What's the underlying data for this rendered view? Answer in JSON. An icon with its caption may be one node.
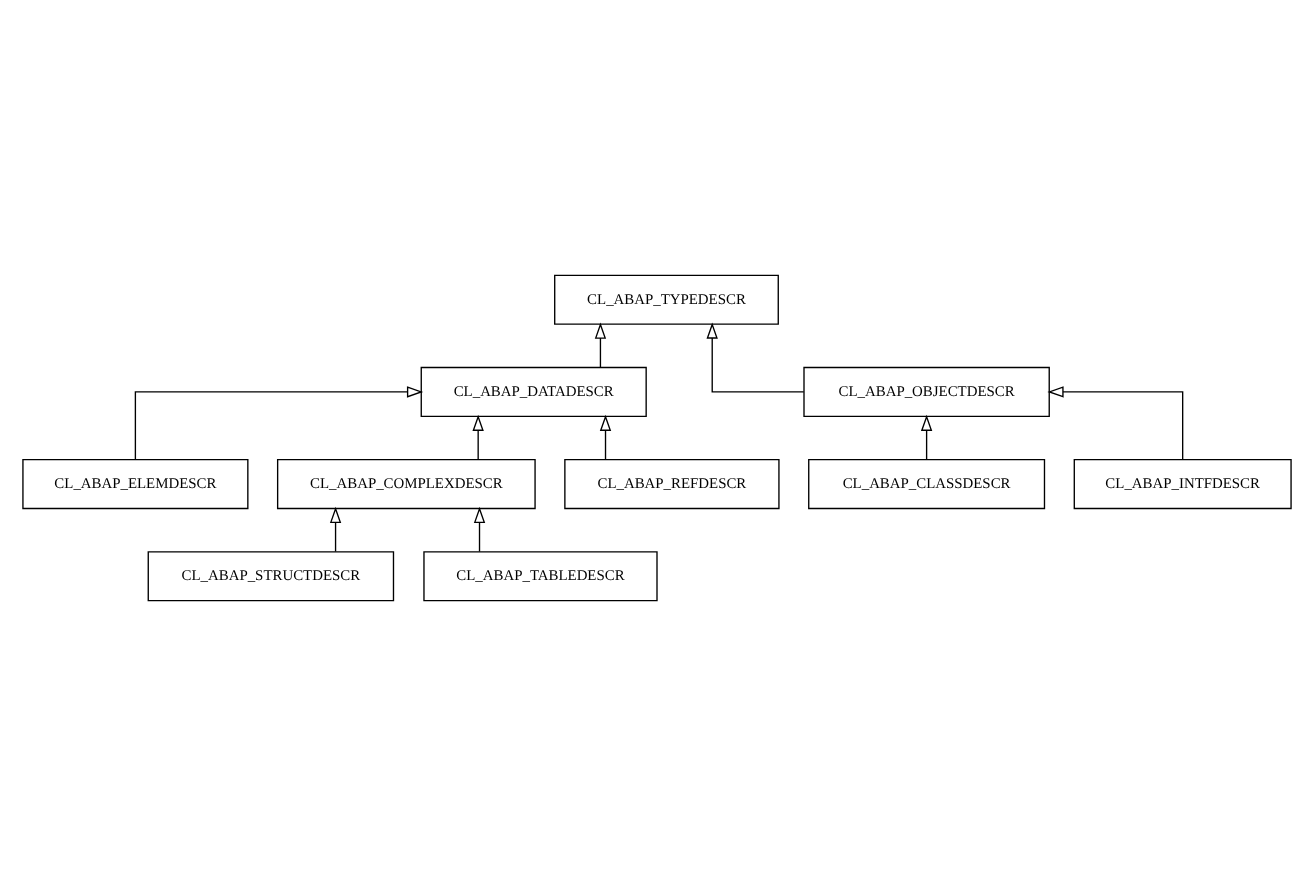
{
  "diagram": {
    "nodes": [
      {
        "text": [
          "CL_ABAP_TYPEDESCR"
        ]
      },
      {
        "text": [
          "CL_ABAP_DATADESCR"
        ]
      },
      {
        "text": [
          "CL_ABAP_OBJECTDESCR"
        ]
      },
      {
        "text": [
          "CL_ABAP_ELEMDESCR"
        ]
      },
      {
        "text": [
          "CL_ABAP_CLASSDESCR"
        ]
      },
      {
        "text": [
          "CL_ABAP_INTFDESCR"
        ]
      },
      {
        "text": [
          "CL_ABAP_COMPLEXDESCR"
        ]
      },
      {
        "text": [
          "CL_ABAP_REFDESCR"
        ]
      },
      {
        "text": [
          "CL_ABAP_STRUCTDESCR"
        ]
      },
      {
        "text": [
          "CL_ABAP_TABLEDESCR"
        ]
      }
    ],
    "edges": [
      {
        "from": 1,
        "to": 0,
        "arrow": "to"
      },
      {
        "from": 2,
        "to": 0,
        "arrow": "to"
      },
      {
        "from": 3,
        "to": 1,
        "arrow": "to"
      },
      {
        "from": 6,
        "to": 1,
        "arrow": "to"
      },
      {
        "from": 7,
        "to": 1,
        "arrow": "to"
      },
      {
        "from": 4,
        "to": 2,
        "arrow": "to"
      },
      {
        "from": 5,
        "to": 2,
        "arrow": "to"
      },
      {
        "from": 8,
        "to": 6,
        "arrow": "to"
      },
      {
        "from": 9,
        "to": 6,
        "arrow": "to"
      }
    ]
  }
}
